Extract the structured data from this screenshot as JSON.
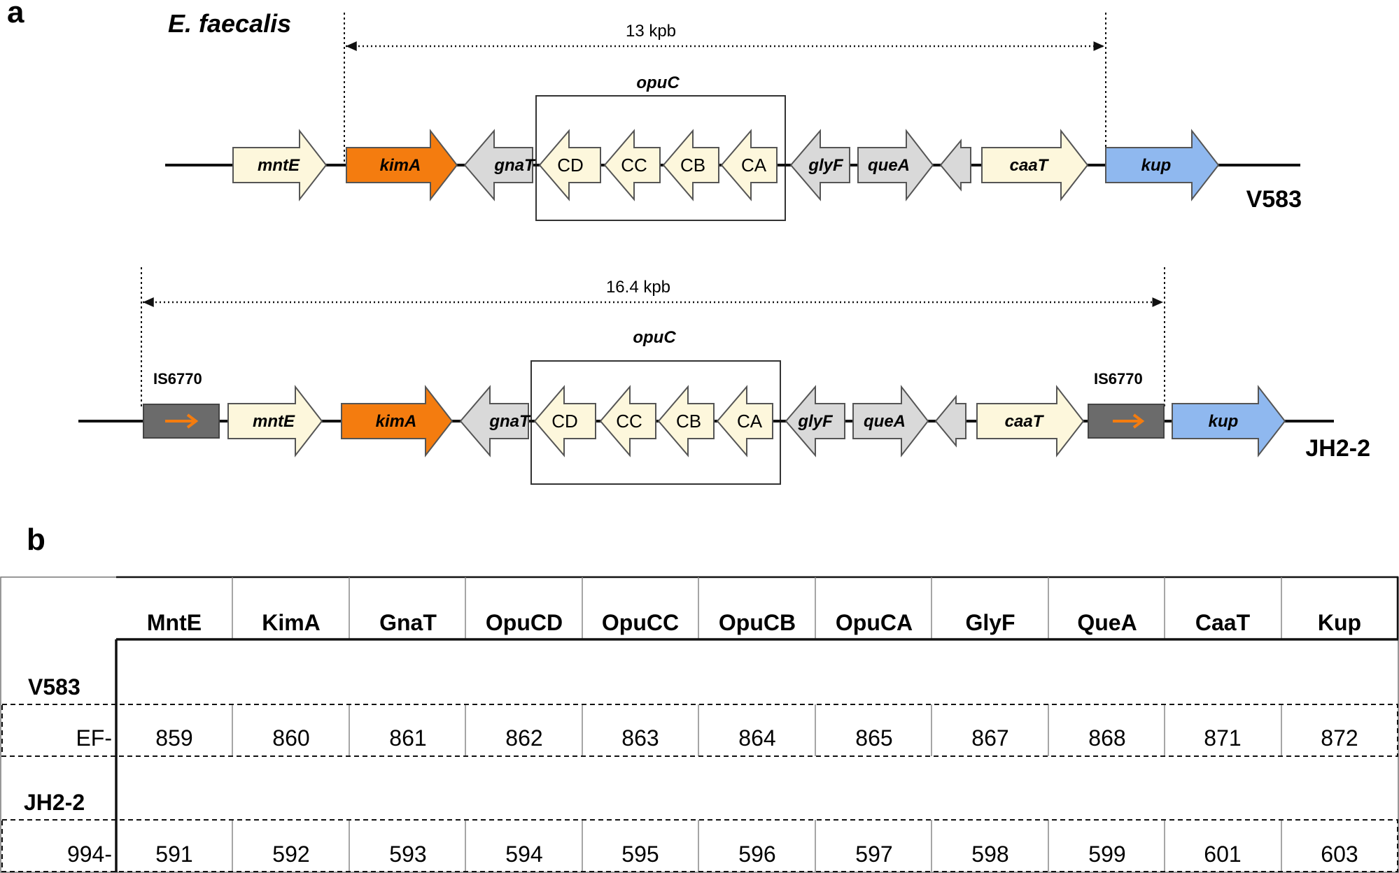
{
  "panel_a": {
    "label": "a",
    "species": "E. faecalis",
    "tracks": [
      {
        "strain": "V583",
        "span_label": "13 kpb",
        "operon_label": "opuC",
        "genes": [
          {
            "label": "mntE",
            "kind": "gene",
            "color": "#fdf7dc"
          },
          {
            "label": "kimA",
            "kind": "gene",
            "color": "#f47c0f"
          },
          {
            "label": "gnaT",
            "kind": "gene",
            "color": "#d9d9d9"
          },
          {
            "label": "CD",
            "kind": "sub",
            "color": "#fdf7dc"
          },
          {
            "label": "CC",
            "kind": "sub",
            "color": "#fdf7dc"
          },
          {
            "label": "CB",
            "kind": "sub",
            "color": "#fdf7dc"
          },
          {
            "label": "CA",
            "kind": "sub",
            "color": "#fdf7dc"
          },
          {
            "label": "glyF",
            "kind": "gene",
            "color": "#d9d9d9"
          },
          {
            "label": "queA",
            "kind": "gene",
            "color": "#d9d9d9"
          },
          {
            "label": "",
            "kind": "gene",
            "color": "#d9d9d9"
          },
          {
            "label": "caaT",
            "kind": "gene",
            "color": "#fdf7dc"
          },
          {
            "label": "kup",
            "kind": "gene",
            "color": "#8fb8ef"
          }
        ],
        "is_elements": []
      },
      {
        "strain": "JH2-2",
        "span_label": "16.4 kpb",
        "operon_label": "opuC",
        "genes": [
          {
            "label": "mntE",
            "kind": "gene",
            "color": "#fdf7dc"
          },
          {
            "label": "kimA",
            "kind": "gene",
            "color": "#f47c0f"
          },
          {
            "label": "gnaT",
            "kind": "gene",
            "color": "#d9d9d9"
          },
          {
            "label": "CD",
            "kind": "sub",
            "color": "#fdf7dc"
          },
          {
            "label": "CC",
            "kind": "sub",
            "color": "#fdf7dc"
          },
          {
            "label": "CB",
            "kind": "sub",
            "color": "#fdf7dc"
          },
          {
            "label": "CA",
            "kind": "sub",
            "color": "#fdf7dc"
          },
          {
            "label": "glyF",
            "kind": "gene",
            "color": "#d9d9d9"
          },
          {
            "label": "queA",
            "kind": "gene",
            "color": "#d9d9d9"
          },
          {
            "label": "",
            "kind": "gene",
            "color": "#d9d9d9"
          },
          {
            "label": "caaT",
            "kind": "gene",
            "color": "#fdf7dc"
          },
          {
            "label": "kup",
            "kind": "gene",
            "color": "#8fb8ef"
          }
        ],
        "is_elements": [
          {
            "label": "IS6770",
            "color": "#6b6b6b",
            "arrow_color": "#f47c0f"
          },
          {
            "label": "IS6770",
            "color": "#6b6b6b",
            "arrow_color": "#f47c0f"
          }
        ]
      }
    ]
  },
  "panel_b": {
    "label": "b",
    "columns": [
      "MntE",
      "KimA",
      "GnaT",
      "OpuCD",
      "OpuCC",
      "OpuCB",
      "OpuCA",
      "GlyF",
      "QueA",
      "CaaT",
      "Kup"
    ],
    "groups": [
      {
        "strain": "V583",
        "prefix": "EF-",
        "values": [
          "859",
          "860",
          "861",
          "862",
          "863",
          "864",
          "865",
          "867",
          "868",
          "871",
          "872"
        ]
      },
      {
        "strain": "JH2-2",
        "prefix": "994-",
        "values": [
          "591",
          "592",
          "593",
          "594",
          "595",
          "596",
          "597",
          "598",
          "599",
          "601",
          "603"
        ]
      }
    ]
  }
}
